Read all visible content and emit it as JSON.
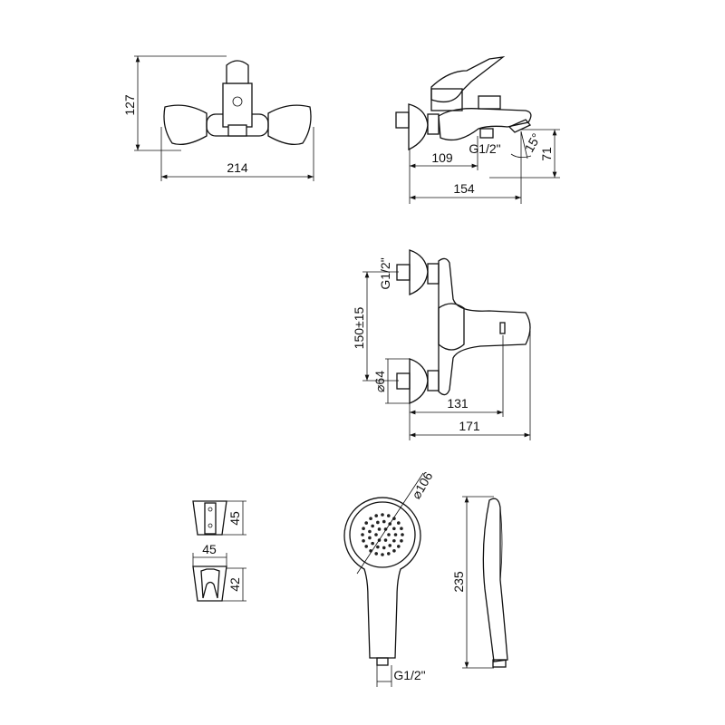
{
  "front_view": {
    "height_label": "127",
    "width_label": "214"
  },
  "side_view": {
    "connection_label": "G1/2\"",
    "spout_depth_label": "109",
    "total_depth_label": "154",
    "spout_height_label": "71",
    "angle_label": "15°"
  },
  "top_view": {
    "connection_label": "G1/2\"",
    "spacing_label": "150±15",
    "escutcheon_label": "⌀64",
    "handle_depth_label": "131",
    "total_depth_label": "171"
  },
  "holder": {
    "top_height_label": "45",
    "width_label": "45",
    "bottom_height_label": "42"
  },
  "hand_shower": {
    "diameter_label": "⌀106",
    "connection_label": "G1/2\"",
    "length_label": "235"
  },
  "colors": {
    "line": "#111111",
    "background": "#ffffff"
  }
}
